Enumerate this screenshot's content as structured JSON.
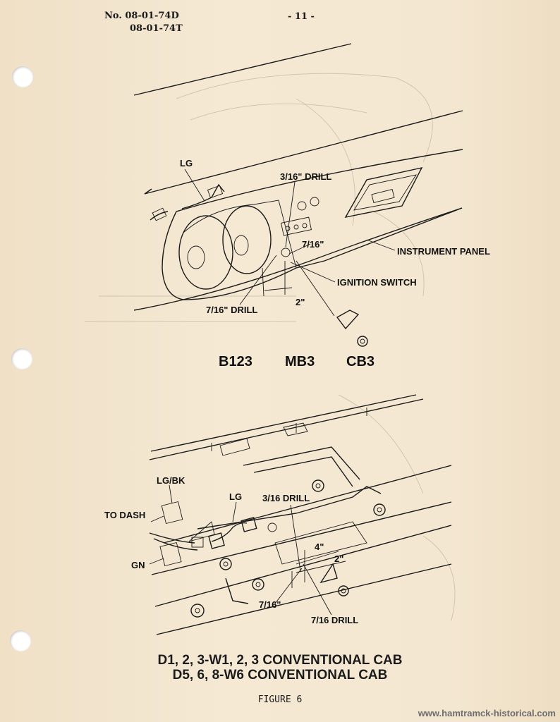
{
  "header": {
    "doc_number_line1": "No. 08-01-74D",
    "doc_number_line2": "08-01-74T",
    "page_number": "- 11 -"
  },
  "upper_diagram": {
    "labels": {
      "lg": "LG",
      "drill_3_16": "3/16\" DRILL",
      "dim_7_16": "7/16\"",
      "instrument_panel": "INSTRUMENT PANEL",
      "ignition_switch": "IGNITION SWITCH",
      "dim_2": "2\"",
      "drill_7_16": "7/16\" DRILL"
    },
    "models": [
      "B123",
      "MB3",
      "CB3"
    ]
  },
  "lower_diagram": {
    "labels": {
      "lg_bk": "LG/BK",
      "lg": "LG",
      "drill_3_16": "3/16 DRILL",
      "to_dash": "TO DASH",
      "gn": "GN",
      "dim_4": "4\"",
      "dim_2": "2\"",
      "dim_7_16": "7/16\"",
      "drill_7_16": "7/16 DRILL"
    },
    "caption_line1": "D1, 2, 3-W1, 2, 3 CONVENTIONAL CAB",
    "caption_line2": "D5, 6, 8-W6 CONVENTIONAL CAB"
  },
  "figure_label": "FIGURE 6",
  "watermark": "www.hamtramck-historical.com"
}
